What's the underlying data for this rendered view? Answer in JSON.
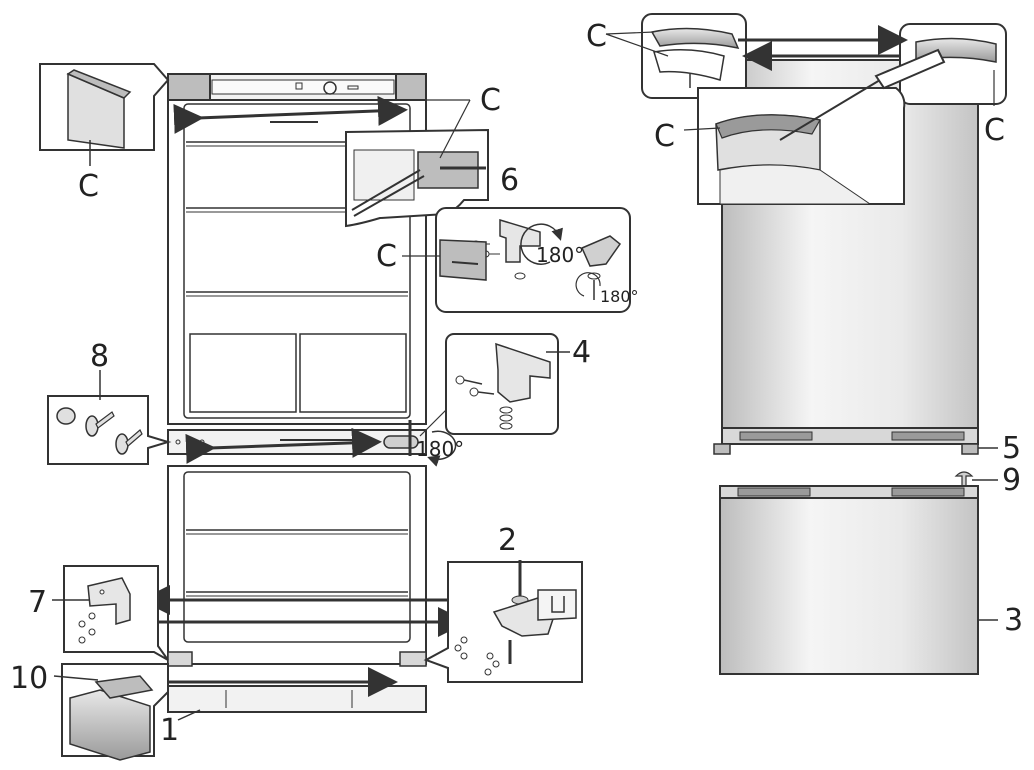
{
  "labels": {
    "c": "C",
    "n1": "1",
    "n2": "2",
    "n3": "3",
    "n4": "4",
    "n5": "5",
    "n6": "6",
    "n7": "7",
    "n8": "8",
    "n9": "9",
    "n10": "10"
  },
  "angles": {
    "a180": "180°"
  },
  "colors": {
    "line": "#333333",
    "panel_fill": "#ffffff",
    "door_gradient_light": "#f4f4f4",
    "door_gradient_dark": "#c8c8c8",
    "hinge_gray": "#bdbdbd",
    "arrow": "#333333"
  }
}
